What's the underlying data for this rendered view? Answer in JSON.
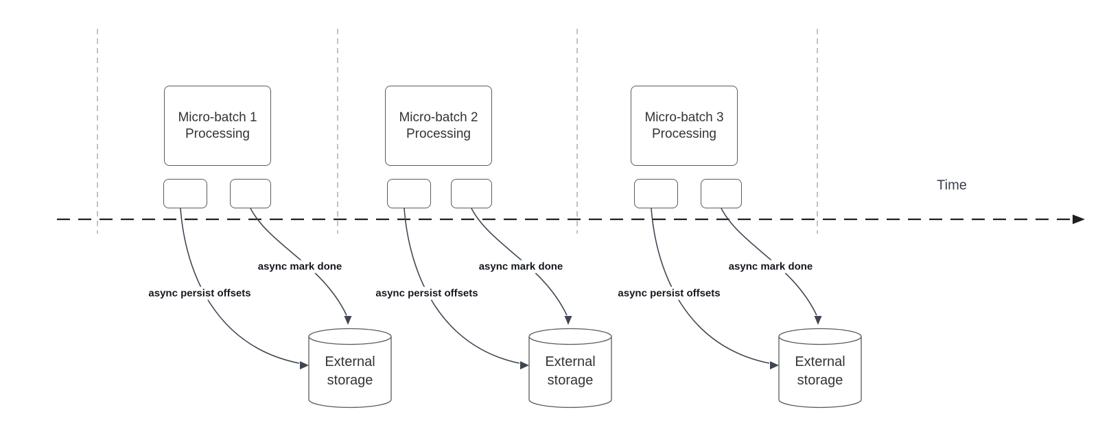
{
  "diagram": {
    "title_hint": "micro-batch async checkpointing timeline",
    "time_axis": {
      "label": "Time"
    },
    "colors": {
      "background": "#ffffff",
      "shape_border": "#595959",
      "shape_text": "#333333",
      "edge_stroke": "#3f4652",
      "edge_label_text": "#14171f",
      "timeline_stroke": "#1f1f1f",
      "guide_stroke": "#b0b3b8"
    },
    "sections": [
      {
        "process_label": "Micro-batch 1 Processing",
        "persist_label": "async persist offsets",
        "done_label": "async mark done",
        "storage_label": "External storage"
      },
      {
        "process_label": "Micro-batch 2 Processing",
        "persist_label": "async persist offsets",
        "done_label": "async mark done",
        "storage_label": "External storage"
      },
      {
        "process_label": "Micro-batch 3 Processing",
        "persist_label": "async persist offsets",
        "done_label": "async mark done",
        "storage_label": "External storage"
      }
    ]
  }
}
